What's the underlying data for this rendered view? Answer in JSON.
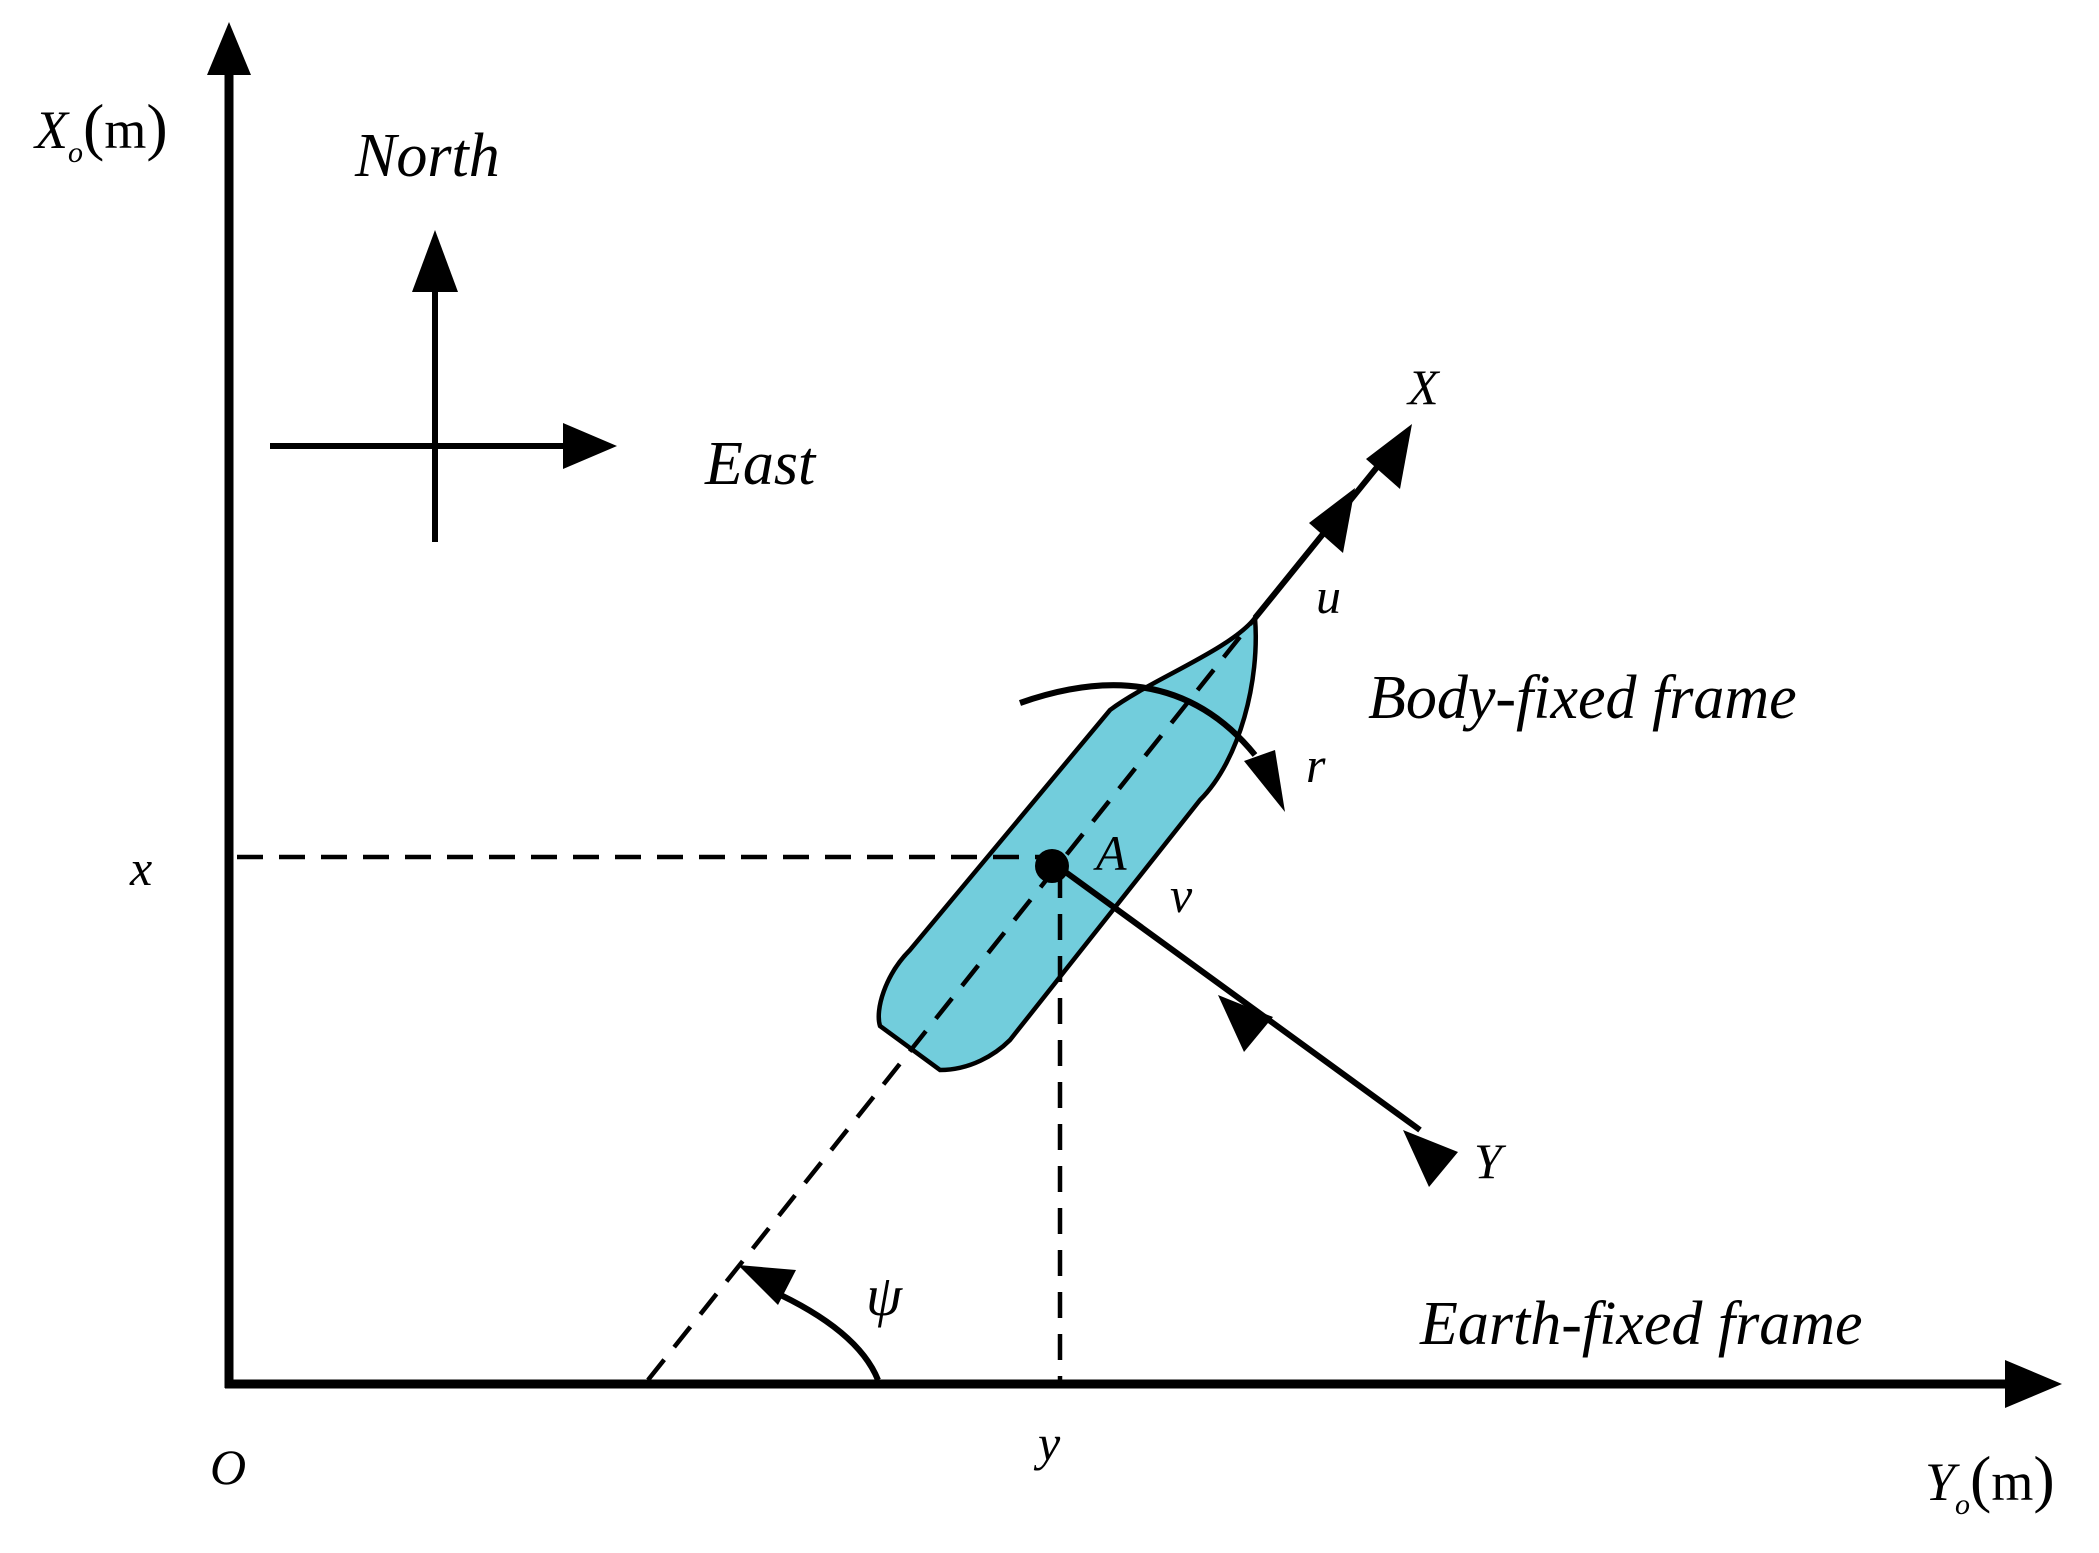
{
  "labels": {
    "y_axis_var": "X",
    "y_axis_sub": "o",
    "y_axis_unit": "m",
    "x_axis_var": "Y",
    "x_axis_sub": "o",
    "x_axis_unit": "m",
    "origin": "O",
    "north": "North",
    "east": "East",
    "body_x": "X",
    "body_y": "Y",
    "surge": "u",
    "sway": "v",
    "yaw_rate": "r",
    "point": "A",
    "pos_x": "x",
    "pos_y": "y",
    "heading": "ψ",
    "body_frame": "Body-fixed frame",
    "earth_frame": "Earth-fixed frame"
  },
  "colors": {
    "ship_fill": "#72CDDC",
    "ink": "#000000"
  }
}
